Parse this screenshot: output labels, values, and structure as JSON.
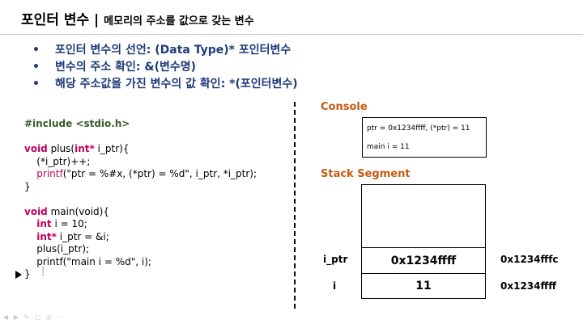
{
  "title": {
    "main": "포인터 변수 |",
    "sub": "메모리의 주소를 값으로 갖는 변수"
  },
  "bullets": [
    "포인터 변수의 선언: (Data Type)* 포인터변수",
    "변수의 주소 확인: &(변수명)",
    "해당 주소값을 가진 변수의 값 확인: *(포인터변수)"
  ],
  "bullet_symbol": "•",
  "code": {
    "line1": "#include <stdio.h>",
    "plus_kw": "void",
    "plus_sig_a": " plus(",
    "plus_int": "int*",
    "plus_sig_b": " i_ptr){",
    "incr": "    (*i_ptr)++;",
    "printf1_fn": "printf",
    "printf1_args": "(\"ptr = %#x, (*ptr) = %d\", i_ptr, *i_ptr);",
    "brace_close": "}",
    "main_kw": "void",
    "main_sig": " main(void){",
    "int_kw": "int",
    "int_decl": " i = 10;",
    "intp_kw": "int*",
    "intp_decl": " i_ptr = &i;",
    "call_plus": "    plus(i_ptr);",
    "printf2": "    printf(\"main i = %d\", i);",
    "brace_close2": "}"
  },
  "console": {
    "label": "Console",
    "line1": "ptr = 0x1234ffff, (*ptr) = 11",
    "line2": "main i = 11"
  },
  "stack": {
    "label": "Stack Segment",
    "ptr_name": "i_ptr",
    "ptr_value": "0x1234ffff",
    "ptr_addr": "0x1234fffc",
    "i_name": "i",
    "i_value": "11",
    "i_addr": "0x1234ffff"
  },
  "colors": {
    "bullet_text": "#1f3a7a",
    "keyword": "#c00060",
    "section_label": "#c55a11"
  }
}
